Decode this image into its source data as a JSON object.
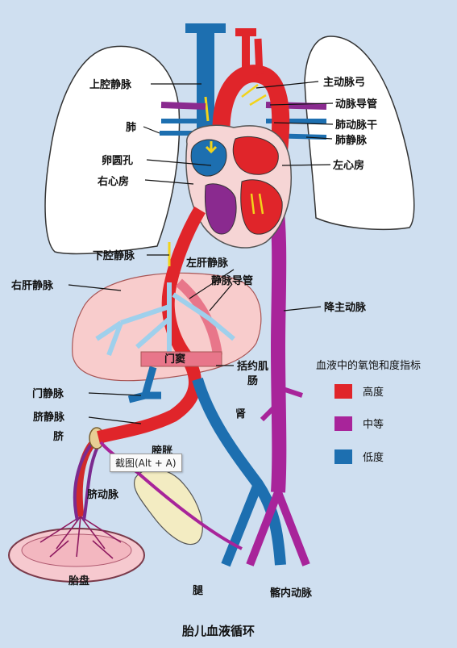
{
  "labels": {
    "svc": "上腔静脉",
    "lung": "肺",
    "foramen": "卵圆孔",
    "ra": "右心房",
    "ivc": "下腔静脉",
    "rhv": "右肝静脉",
    "lhv": "左肝静脉",
    "dv": "静脉导管",
    "pv": "门静脉",
    "portal_sinus": "门窦",
    "sphincter": "括约肌",
    "intestine": "肠",
    "kidney": "肾",
    "umbilical_vein": "脐静脉",
    "umbilicus": "脐",
    "bladder": "膀胱",
    "umbilical_artery": "脐动脉",
    "placenta": "胎盘",
    "leg": "腿",
    "internal_iliac": "髂内动脉",
    "aortic_arch": "主动脉弓",
    "ductus": "动脉导管",
    "pulm_trunk": "肺动脉干",
    "pulm_vein": "肺静脉",
    "la": "左心房",
    "desc_aorta": "降主动脉"
  },
  "legend": {
    "title": "血液中的氧饱和度指标",
    "items": [
      {
        "label": "高度",
        "color": "#e0252a"
      },
      {
        "label": "中等",
        "color": "#a8249a"
      },
      {
        "label": "低度",
        "color": "#1d6fb0"
      }
    ]
  },
  "title": "胎儿血液循环",
  "tooltip": "截图(Alt + A)"
}
